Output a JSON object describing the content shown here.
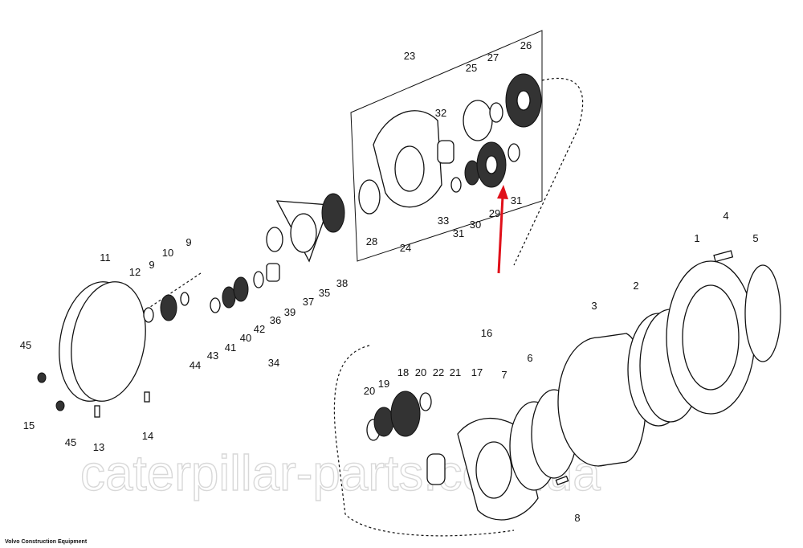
{
  "diagram": {
    "part_labels": [
      "23",
      "25",
      "27",
      "26",
      "32",
      "28",
      "24",
      "33",
      "31",
      "30",
      "29",
      "31",
      "38",
      "35",
      "37",
      "39",
      "36",
      "42",
      "40",
      "41",
      "43",
      "44",
      "34",
      "11",
      "12",
      "9",
      "10",
      "9",
      "45",
      "15",
      "45",
      "13",
      "14",
      "16",
      "20",
      "19",
      "18",
      "20",
      "22",
      "21",
      "17",
      "6",
      "7",
      "3",
      "2",
      "1",
      "4",
      "5",
      "8"
    ],
    "watermark": "caterpillar-parts.com.ua",
    "footer": "Volvo Construction Equipment",
    "highlight_color": "#e0101a",
    "highlighted_part": "29"
  }
}
